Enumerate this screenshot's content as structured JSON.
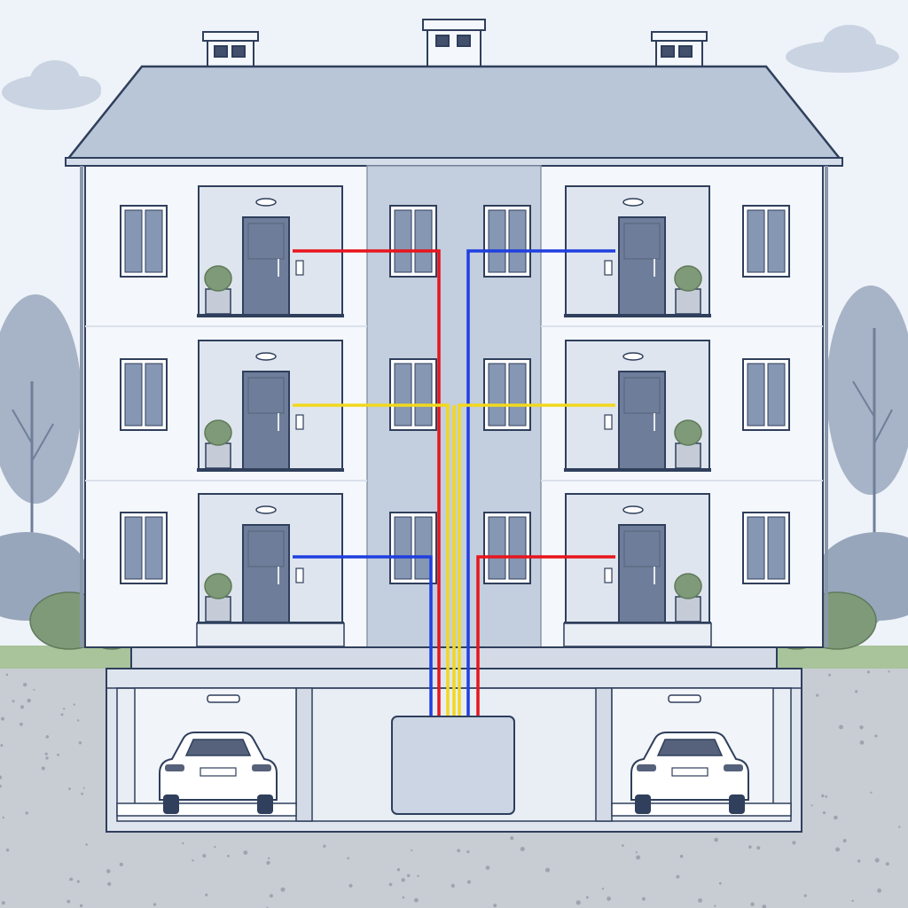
{
  "diagram": {
    "floors": 3,
    "units_per_floor": 2,
    "parking_bays": 2,
    "cable_colors": {
      "red": "#e8141c",
      "blue": "#1f3fe0",
      "yellow": "#f2d81d"
    },
    "connections": [
      {
        "floor": "top",
        "side": "left",
        "color": "red"
      },
      {
        "floor": "top",
        "side": "right",
        "color": "blue"
      },
      {
        "floor": "middle",
        "side": "left",
        "color": "yellow"
      },
      {
        "floor": "middle",
        "side": "right",
        "color": "yellow"
      },
      {
        "floor": "bottom",
        "side": "left",
        "color": "blue"
      },
      {
        "floor": "bottom",
        "side": "right",
        "color": "red"
      }
    ],
    "hub": "basement-distribution-box",
    "palette": {
      "sky": "#eef3f9",
      "outline": "#2f3f5c",
      "roof": "#b9c6d8",
      "wall": "#f4f7fb",
      "stairwell": "#c3cede",
      "window_glass": "#8597b3",
      "door": "#6e7d99",
      "ground": "#c8ccd3",
      "grass": "#a9c39a",
      "tree": "#a7b3c6"
    }
  }
}
